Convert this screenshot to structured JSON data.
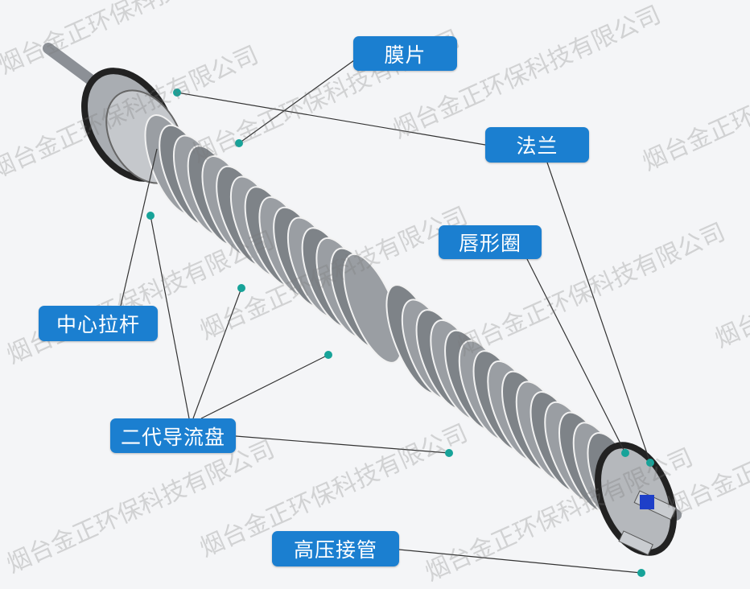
{
  "labels": {
    "membrane": "膜片",
    "flange": "法兰",
    "lip_seal": "唇形圈",
    "center_rod": "中心拉杆",
    "guide_disc": "二代导流盘",
    "hp_connector": "高压接管"
  },
  "watermark": "烟台金正环保科技有限公司",
  "colors": {
    "label_bg": "#1b7fd0",
    "dot": "#17a399",
    "line": "#333333"
  }
}
